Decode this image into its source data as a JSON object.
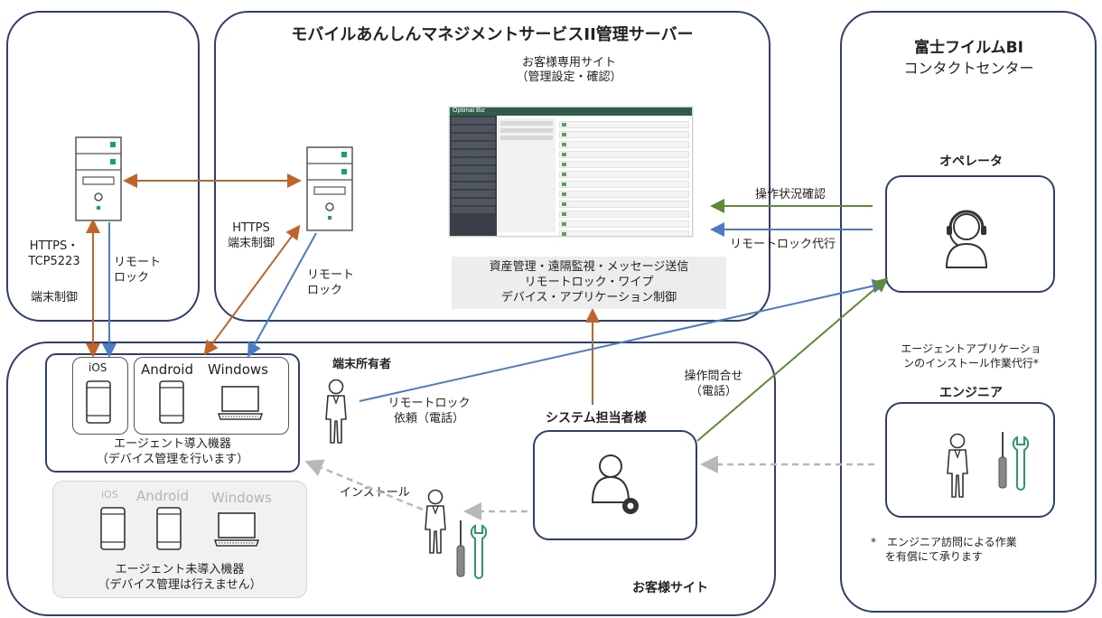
{
  "server_title": "モバイルあんしんマネジメントサービスII管理サーバー",
  "customer_site_label": "お客様専用サイト\n（管理設定・確認）",
  "site_mock_logo": "Optimal Biz",
  "features_text": "資産管理・遠隔監視・メッセージ送信\nリモートロック・ワイプ\nデバイス・アプリケーション制御",
  "fujifilm": {
    "title": "富士フイルムBI",
    "subtitle": "コンタクトセンター"
  },
  "operator_label": "オペレータ",
  "op_status_check": "操作状況確認",
  "remote_lock_proxy": "リモートロック代行",
  "agent_install_proxy": "エージェントアプリケーショ\nンのインストール作業代行*",
  "engineer_label": "エンジニア",
  "engineer_note": "*　エンジニア訪問による作業\n　 を有償にて承ります",
  "left_links": {
    "https_tcp": "HTTPS・\nTCP5223",
    "device_control": "端末制御",
    "remote_lock": "リモート\nロック"
  },
  "mid_links": {
    "https_control": "HTTPS\n端末制御",
    "remote_lock": "リモート\nロック"
  },
  "customer_site_title": "お客様サイト",
  "device_owner_label": "端末所有者",
  "remote_lock_request": "リモートロック\n依頼（電話）",
  "sys_admin_label": "システム担当者様",
  "op_inquiry": "操作問合せ\n（電話）",
  "install_label": "インストール",
  "agent_devices": {
    "ios": "iOS",
    "android": "Android",
    "windows": "Windows",
    "caption": "エージェント導入機器\n（デバイス管理を行います）"
  },
  "no_agent_devices": {
    "ios": "iOS",
    "android": "Android",
    "windows": "Windows",
    "caption": "エージェント未導入機器\n（デバイス管理は行えません）"
  },
  "colors": {
    "orange": "#c0642a",
    "blue": "#4a7cc4",
    "green": "#5e8a3a",
    "dashed_gray": "#b8b8b8",
    "border": "#2e3f6e"
  }
}
